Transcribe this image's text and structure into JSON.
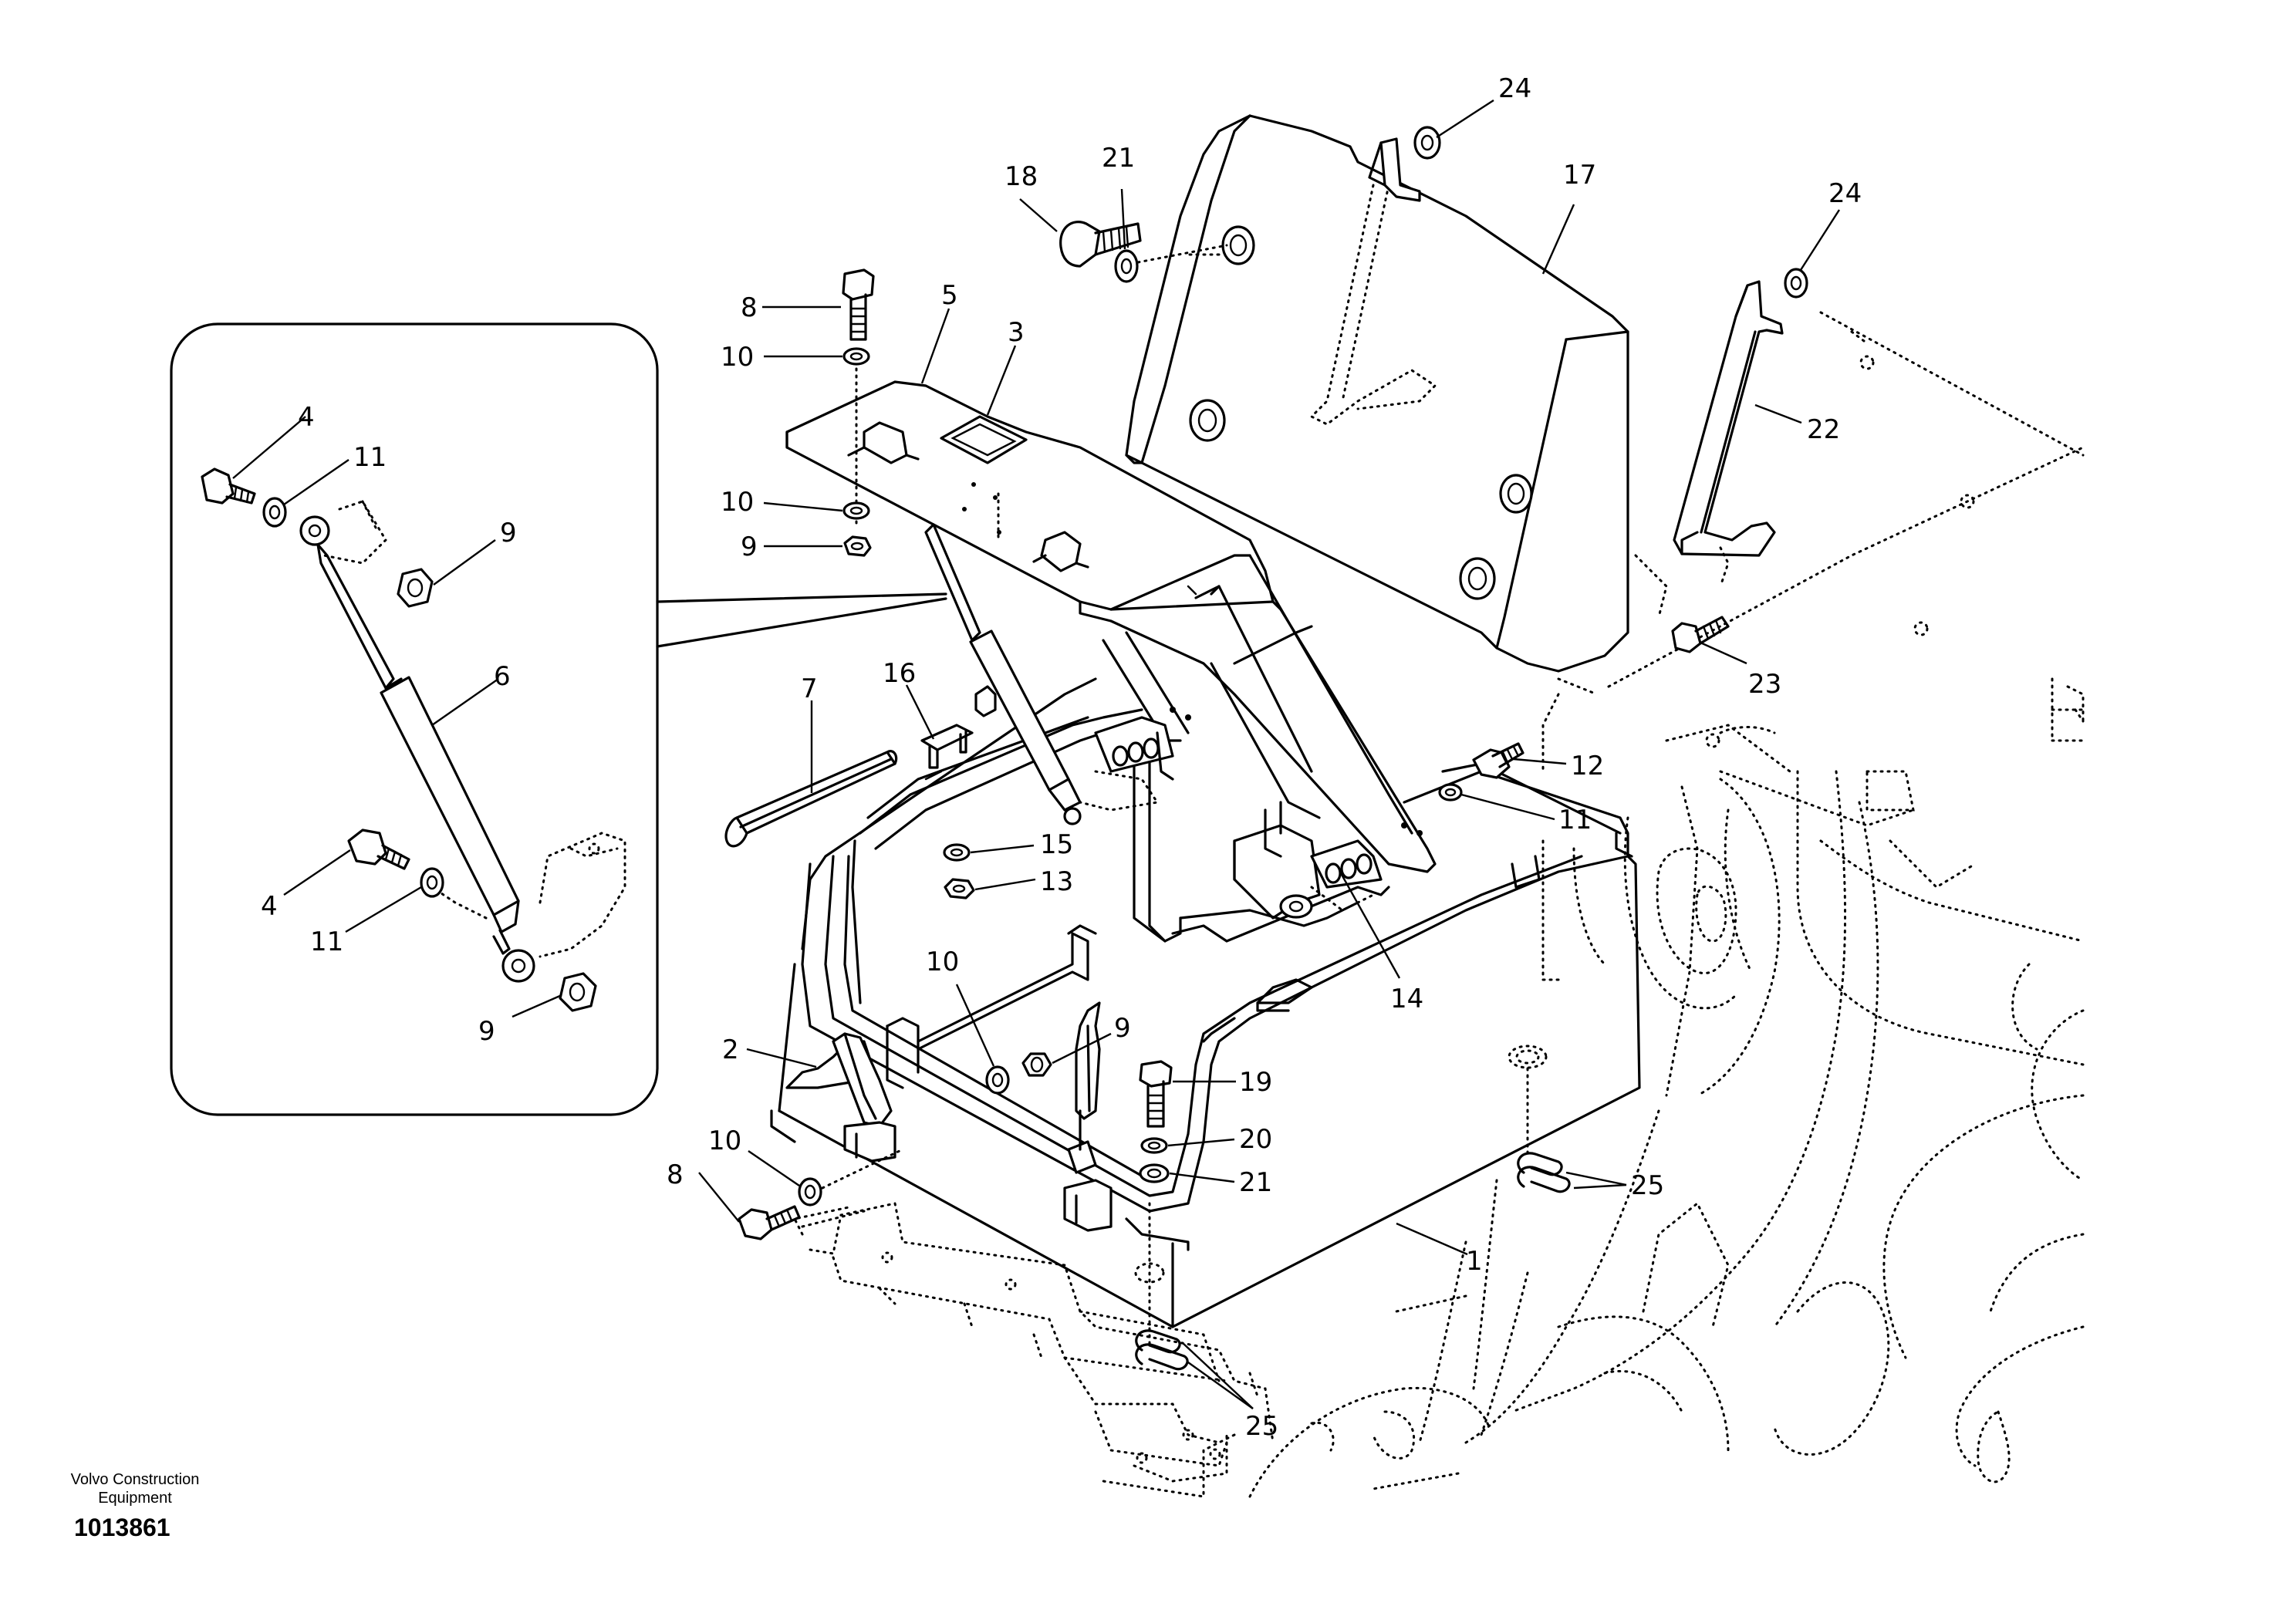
{
  "footer": {
    "brand_line1": "Volvo Construction",
    "brand_line2": "Equipment",
    "drawing_number": "1013861"
  },
  "callouts": [
    {
      "id": "c-24a",
      "text": "24"
    },
    {
      "id": "c-17",
      "text": "17"
    },
    {
      "id": "c-21a",
      "text": "21"
    },
    {
      "id": "c-18",
      "text": "18"
    },
    {
      "id": "c-24b",
      "text": "24"
    },
    {
      "id": "c-8a",
      "text": "8"
    },
    {
      "id": "c-5",
      "text": "5"
    },
    {
      "id": "c-3",
      "text": "3"
    },
    {
      "id": "c-10a",
      "text": "10"
    },
    {
      "id": "c-22",
      "text": "22"
    },
    {
      "id": "c-10b",
      "text": "10"
    },
    {
      "id": "c-9a",
      "text": "9"
    },
    {
      "id": "c-4a",
      "text": "4"
    },
    {
      "id": "c-11a",
      "text": "11"
    },
    {
      "id": "c-9b",
      "text": "9"
    },
    {
      "id": "c-23",
      "text": "23"
    },
    {
      "id": "c-6",
      "text": "6"
    },
    {
      "id": "c-7",
      "text": "7"
    },
    {
      "id": "c-16",
      "text": "16"
    },
    {
      "id": "c-12",
      "text": "12"
    },
    {
      "id": "c-11b",
      "text": "11"
    },
    {
      "id": "c-15",
      "text": "15"
    },
    {
      "id": "c-13",
      "text": "13"
    },
    {
      "id": "c-4b",
      "text": "4"
    },
    {
      "id": "c-11c",
      "text": "11"
    },
    {
      "id": "c-14",
      "text": "14"
    },
    {
      "id": "c-10c",
      "text": "10"
    },
    {
      "id": "c-9c",
      "text": "9"
    },
    {
      "id": "c-2",
      "text": "2"
    },
    {
      "id": "c-9d",
      "text": "9"
    },
    {
      "id": "c-19",
      "text": "19"
    },
    {
      "id": "c-20",
      "text": "20"
    },
    {
      "id": "c-21b",
      "text": "21"
    },
    {
      "id": "c-10d",
      "text": "10"
    },
    {
      "id": "c-8b",
      "text": "8"
    },
    {
      "id": "c-25a",
      "text": "25"
    },
    {
      "id": "c-1",
      "text": "1"
    },
    {
      "id": "c-25b",
      "text": "25"
    }
  ]
}
